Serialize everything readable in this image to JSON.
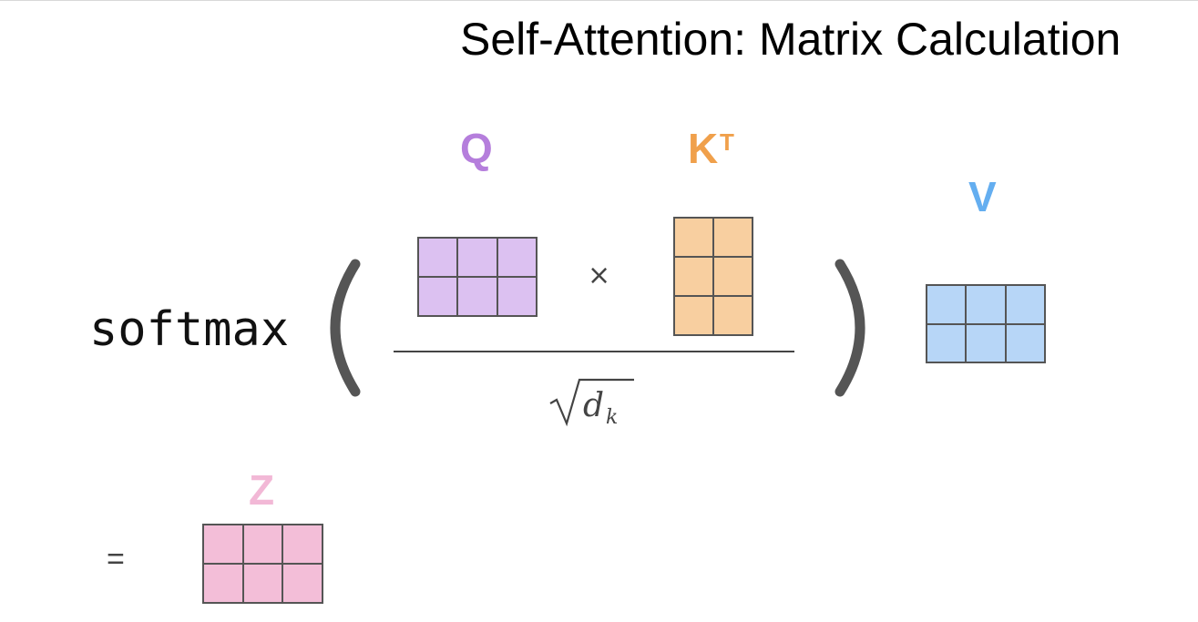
{
  "title": "Self-Attention: Matrix Calculation",
  "formula": {
    "function_label": "softmax",
    "times_symbol": "×",
    "equals_symbol": "=",
    "denominator": {
      "radical": "√",
      "base": "d",
      "subscript": "k"
    }
  },
  "matrices": {
    "q": {
      "label": "Q",
      "superscript": "",
      "rows": 2,
      "cols": 3,
      "label_color": "#b57edc",
      "fill": "#dcc1f1"
    },
    "kt": {
      "label": "K",
      "superscript": "T",
      "rows": 3,
      "cols": 2,
      "label_color": "#f0a04b",
      "fill": "#f8cfa0"
    },
    "v": {
      "label": "V",
      "superscript": "",
      "rows": 2,
      "cols": 3,
      "label_color": "#64aef0",
      "fill": "#b7d6f7"
    },
    "z": {
      "label": "Z",
      "superscript": "",
      "rows": 2,
      "cols": 3,
      "label_color": "#f2b8d6",
      "fill": "#f3bed8"
    }
  },
  "colors": {
    "grid_line": "#555555",
    "paren": "#555555"
  }
}
